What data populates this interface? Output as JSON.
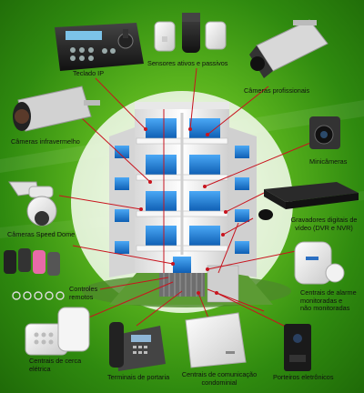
{
  "labels": {
    "teclado_ip": "Teclado IP",
    "sensores": "Sensores ativos e passivos",
    "cameras_profissionais": "Câmeras profissionais",
    "cameras_infravermelho": "Câmeras infravermelho",
    "minicameras": "Minicâmeras",
    "gravadores_l1": "Gravadores digitais de",
    "gravadores_l2": "vídeo (DVR e NVR)",
    "speed_dome": "Câmeras Speed Dome",
    "controles_l1": "Controles",
    "controles_l2": "remotos",
    "alarme_l1": "Centrais de alarme",
    "alarme_l2": "monitoradas e",
    "alarme_l3": "não monitoradas",
    "cerca_l1": "Centrais de cerca",
    "cerca_l2": "elétrica",
    "portaria_l1": "Terminais de portaria",
    "comunicacao_l1": "Centrais de comunicação",
    "comunicacao_l2": "condominial",
    "porteiros_l1": "Porteiros eletrônicos"
  },
  "colors": {
    "line": "#c8141e",
    "circle": "#e8f4dd",
    "building": "#f2f2f2",
    "window": "#1e7fd6"
  }
}
